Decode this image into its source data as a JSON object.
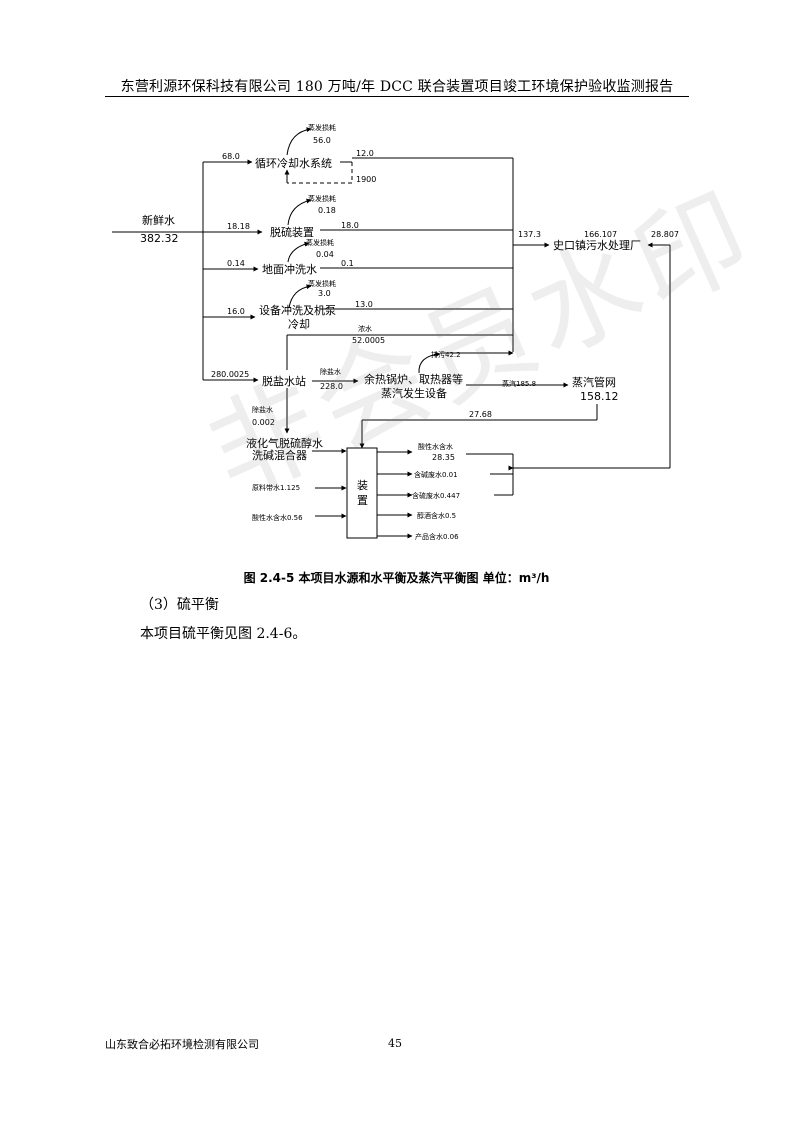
{
  "header": {
    "title": "东营利源环保科技有限公司 180 万吨/年 DCC 联合装置项目竣工环境保护验收监测报告"
  },
  "diagram": {
    "nodes": {
      "fresh_water": "新鲜水",
      "fresh_water_value": "382.32",
      "cooling": "循环冷却水系统",
      "desulfur": "脱硫装置",
      "floor_wash": "地面冲洗水",
      "equip_wash_1": "设备冲洗及机泵",
      "equip_wash_2": "冷却",
      "desalt": "脱盐水站",
      "boiler_1": "余热锅炉、取热器等",
      "boiler_2": "蒸汽发生设备",
      "steam_net": "蒸汽管网",
      "steam_net_value": "158.12",
      "wwtp": "史口镇污水处理厂",
      "wwtp_value": "166.107",
      "lpg_1": "液化气脱硫醇水",
      "lpg_2": "洗碱混合器",
      "unit_1": "装",
      "unit_2": "置"
    },
    "labels": {
      "evap": "蒸发损耗",
      "evap_cool": "56.0",
      "evap_desulfur": "0.18",
      "evap_floor": "0.04",
      "evap_equip": "3.0",
      "to_cooling": "68.0",
      "to_desulfur": "18.18",
      "to_floor": "0.14",
      "to_equip": "16.0",
      "to_desalt": "280.0025",
      "cool_out": "12.0",
      "cool_loop": "1900",
      "desulfur_out": "18.0",
      "floor_out": "0.1",
      "equip_out": "13.0",
      "conc_water": "浓水",
      "conc_value": "52.0005",
      "desalt_water": "除盐水",
      "desalt_value": "228.0",
      "blowdown": "排污42.2",
      "steam_flow": "蒸汽185.8",
      "total_to_wwtp": "137.3",
      "from_unit": "28.807",
      "return_steam": "27.68",
      "desalt_to_lpg": "除盐水",
      "desalt_to_lpg_value": "0.002",
      "raw_oil": "原料带水1.125",
      "acid_water": "酸性水含水0.56",
      "out_acid": "酸性水含水",
      "out_acid_value": "28.35",
      "out_alkali": "含碱废水0.01",
      "out_sulfur": "含硫废水0.447",
      "out_alcohol": "醇酒含水0.5",
      "out_product": "产品含水0.06"
    }
  },
  "caption": {
    "text": "图 2.4-5  本项目水源和水平衡及蒸汽平衡图  单位：m³/h"
  },
  "section": {
    "heading": "（3）硫平衡"
  },
  "body": {
    "text": "本项目硫平衡见图 2.4-6。"
  },
  "footer": {
    "company": "山东致合必拓环境检测有限公司",
    "page": "45"
  },
  "watermark": {
    "text": "非会员水印"
  }
}
